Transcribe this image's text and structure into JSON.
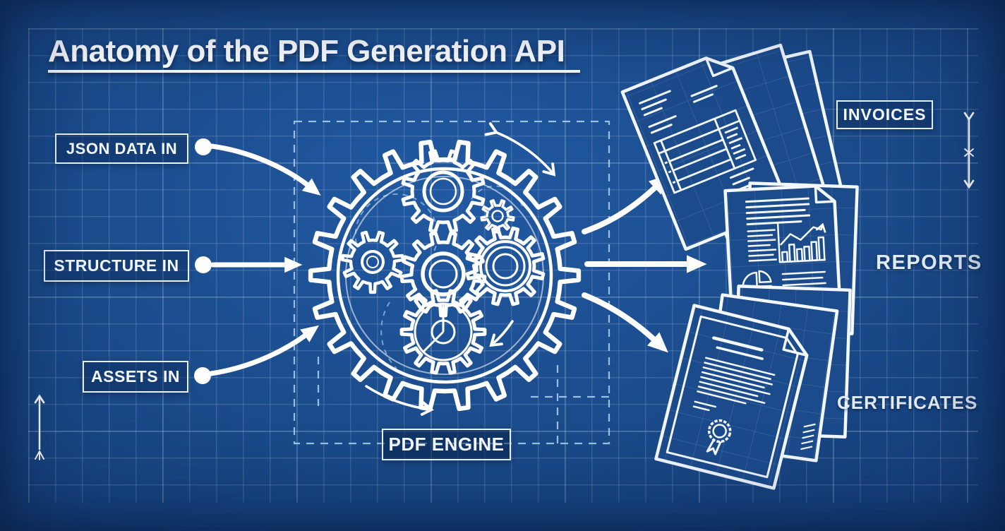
{
  "title": {
    "text": "Anatomy of the PDF Generation API"
  },
  "inputs": [
    {
      "id": "json-data-in",
      "label": "JSON DATA IN"
    },
    {
      "id": "structure-in",
      "label": "STRUCTURE IN"
    },
    {
      "id": "assets-in",
      "label": "ASSETS IN"
    }
  ],
  "engine": {
    "id": "pdf-engine",
    "label": "PDF ENGINE"
  },
  "outputs": [
    {
      "id": "invoices",
      "label": "INVOICES",
      "style": "boxed"
    },
    {
      "id": "reports",
      "label": "REPORTS",
      "style": "text"
    },
    {
      "id": "certificates",
      "label": "CERTIFICATES",
      "style": "text"
    }
  ],
  "connections": [
    {
      "from": "json-data-in",
      "to": "pdf-engine"
    },
    {
      "from": "structure-in",
      "to": "pdf-engine"
    },
    {
      "from": "assets-in",
      "to": "pdf-engine"
    },
    {
      "from": "pdf-engine",
      "to": "invoices"
    },
    {
      "from": "pdf-engine",
      "to": "reports"
    },
    {
      "from": "pdf-engine",
      "to": "certificates"
    }
  ],
  "icons": {
    "engine": "gear-mechanism-icon",
    "invoices": "invoice-document-stack-icon",
    "reports": "report-document-icon",
    "certificates": "certificate-document-stack-icon"
  },
  "colors": {
    "background": "#1b4c8c",
    "line": "#ffffff",
    "construction_line": "#9fc9ea",
    "label_text": "#f2f8ff"
  }
}
